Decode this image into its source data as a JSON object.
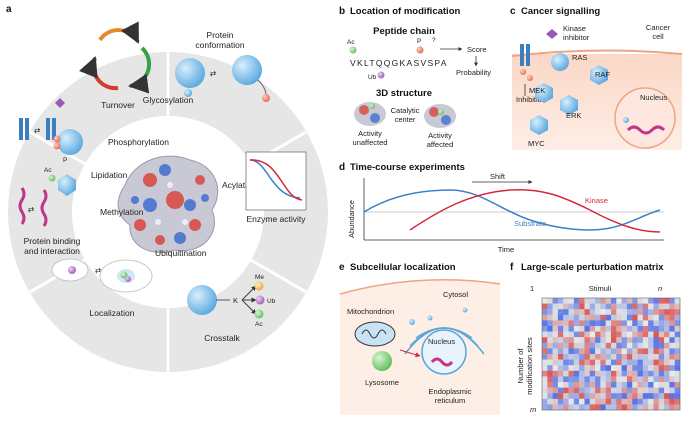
{
  "panel_a": {
    "letter": "a",
    "segments": {
      "turnover": "Turnover",
      "protein_conformation_l1": "Protein",
      "protein_conformation_l2": "conformation",
      "enzyme_activity": "Enzyme activity",
      "crosstalk": "Crosstalk",
      "localization": "Localization",
      "binding_l1": "Protein binding",
      "binding_l2": "and interaction"
    },
    "center_labels": {
      "glycosylation": "Glycosylation",
      "phosphorylation": "Phosphorylation",
      "acylation": "Acylation",
      "lipidation": "Lipidation",
      "methylation": "Methylation",
      "ubiquitination": "Ubiquitination"
    },
    "marks": {
      "p": "P",
      "ac": "Ac",
      "me": "Me",
      "ub": "Ub",
      "k": "K"
    }
  },
  "panel_b": {
    "letter": "b",
    "title": "Location of modification",
    "peptide_title": "Peptide chain",
    "sequence": "VKLTQQGKASVSPA",
    "marks": {
      "ac": "Ac",
      "p": "P",
      "ub": "Ub",
      "q": "?"
    },
    "score": "Score",
    "probability": "Probability",
    "structure_title": "3D structure",
    "catalytic_l1": "Catalytic",
    "catalytic_l2": "center",
    "unaffected_l1": "Activity",
    "unaffected_l2": "unaffected",
    "affected_l1": "Activity",
    "affected_l2": "affected"
  },
  "panel_c": {
    "letter": "c",
    "title": "Cancer signalling",
    "kinase_inhibitor_l1": "Kinase",
    "kinase_inhibitor_l2": "inhibitor",
    "cancer_cell_l1": "Cancer",
    "cancer_cell_l2": "cell",
    "ras": "RAS",
    "raf": "RAF",
    "mek": "MEK",
    "erk": "ERK",
    "myc": "MYC",
    "inhibition": "Inhibition",
    "nucleus": "Nucleus"
  },
  "panel_d": {
    "letter": "d",
    "title": "Time-course experiments",
    "ylabel": "Abundance",
    "xlabel": "Time",
    "shift": "Shift",
    "kinase": "Kinase",
    "substrate": "Substrate",
    "colors": {
      "kinase": "#d7263d",
      "substrate": "#3b82c4"
    }
  },
  "panel_e": {
    "letter": "e",
    "title": "Subcellular localization",
    "mitochondrion": "Mitochondrion",
    "cytosol": "Cytosol",
    "nucleus": "Nucleus",
    "lysosome": "Lysosome",
    "er_l1": "Endoplasmic",
    "er_l2": "reticulum"
  },
  "panel_f": {
    "letter": "f",
    "title": "Large-scale perturbation matrix",
    "stimuli": "Stimuli",
    "one": "1",
    "n": "n",
    "ylabel_l1": "Number of",
    "ylabel_l2": "modification sites",
    "m": "m",
    "rows": 20,
    "cols": 26
  }
}
